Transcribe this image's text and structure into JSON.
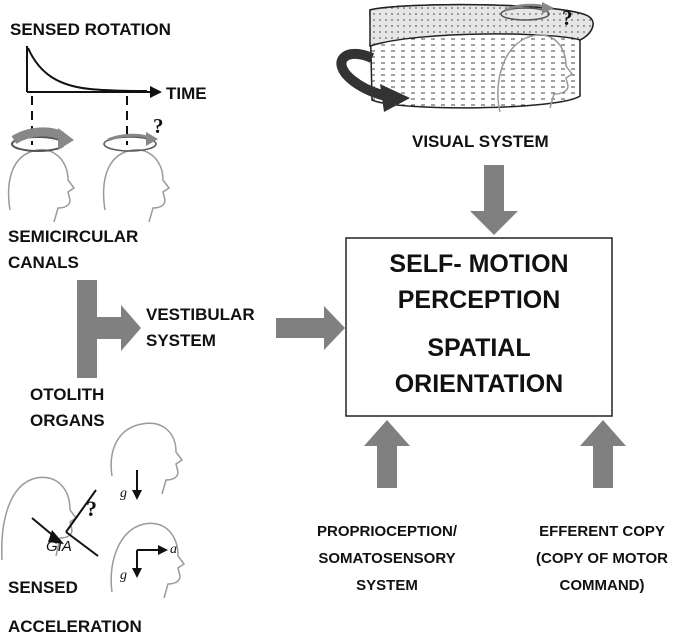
{
  "top_left": {
    "sensed_rotation": "SENSED ROTATION",
    "time": "TIME",
    "question_mark": "?",
    "semicircular_line1": "SEMICIRCULAR",
    "semicircular_line2": "CANALS"
  },
  "vestibular": {
    "line1": "VESTIBULAR",
    "line2": "SYSTEM"
  },
  "otolith": {
    "line1": "OTOLITH",
    "line2": "ORGANS"
  },
  "bottom_left": {
    "gia": "GIA",
    "g": "g",
    "a": "a",
    "question_mark": "?",
    "sensed": "SENSED",
    "acceleration": "ACCELERATION"
  },
  "visual": {
    "label": "VISUAL SYSTEM",
    "question_mark": "?"
  },
  "center_box": {
    "line1": "SELF- MOTION",
    "line2": "PERCEPTION",
    "line3": "SPATIAL",
    "line4": "ORIENTATION"
  },
  "proprioception": {
    "line1": "PROPRIOCEPTION/",
    "line2": "SOMATOSENSORY",
    "line3": "SYSTEM"
  },
  "efferent": {
    "line1": "EFFERENT COPY",
    "line2": "(COPY OF MOTOR",
    "line3": "COMMAND)"
  },
  "colors": {
    "arrow_gray": "#808080",
    "line": "#111111",
    "head_outline": "#9a9a9a",
    "drum_fill": "#dcdcdc"
  }
}
